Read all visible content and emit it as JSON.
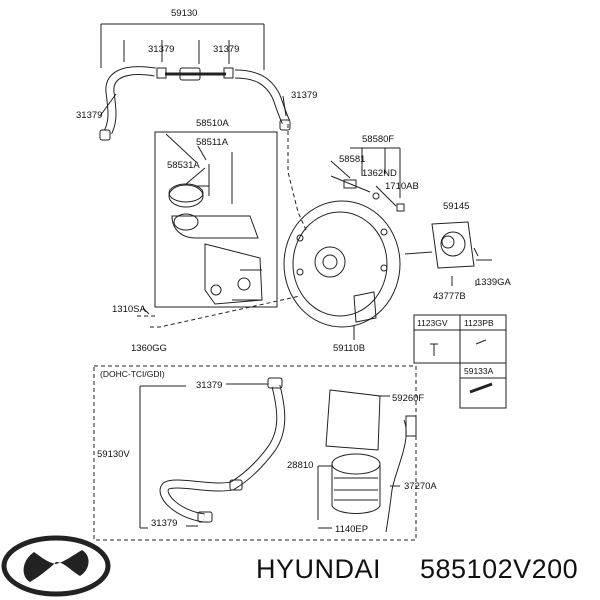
{
  "labels": {
    "p59130": "59130",
    "p31379_a": "31379",
    "p31379_b": "31379",
    "p31379_c": "31379",
    "p31379_d": "31379",
    "p58510A": "58510A",
    "p58511A": "58511A",
    "p58531A": "58531A",
    "p58580F": "58580F",
    "p58581": "58581",
    "p1362ND": "1362ND",
    "p1710AB": "1710AB",
    "p59145": "59145",
    "p1339GA": "1339GA",
    "p43777B": "43777B",
    "p1310SA": "1310SA",
    "p1360GG": "1360GG",
    "p59110B": "59110B",
    "p1123GV": "1123GV",
    "p1123PB": "1123PB",
    "p59133A": "59133A",
    "dohc": "(DOHC-TCI/GDI)",
    "p31379_e": "31379",
    "p59260F": "59260F",
    "p59130V": "59130V",
    "p28810": "28810",
    "p37270A": "37270A",
    "p31379_f": "31379",
    "p1140EP": "1140EP"
  },
  "footer": {
    "brand": "HYUNDAI",
    "part_number": "585102V200"
  },
  "icons": [
    "hyundai-logo"
  ]
}
